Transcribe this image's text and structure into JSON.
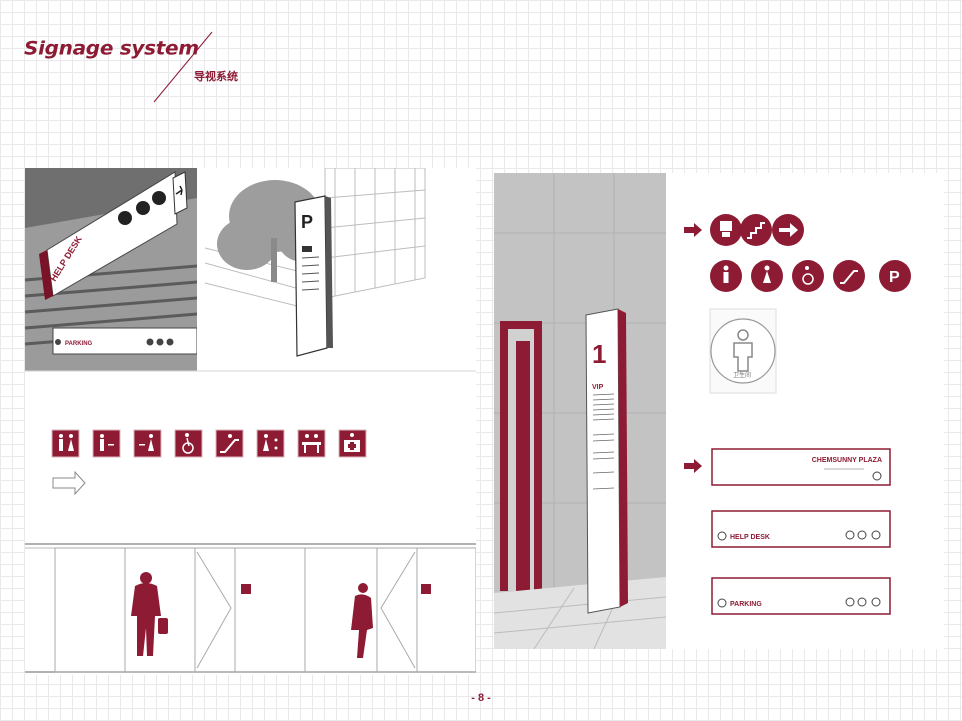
{
  "header": {
    "title": "Signage system",
    "subtitle": "导视系统"
  },
  "colors": {
    "brand": "#8e1b34",
    "grid": "#e9e9ec",
    "wall": "#c9c9c9"
  },
  "left_panel": {
    "hanging_sign_text": "HELP DESK",
    "ceiling_sign_text": "PARKING",
    "pylon_letter": "P",
    "icon_row": [
      "restroom-icon",
      "male-icon",
      "female-icon",
      "accessible-icon",
      "escalator-icon",
      "baby-care-icon",
      "service-desk-icon",
      "first-aid-icon"
    ]
  },
  "right_panel": {
    "pylon_number": "1",
    "pylon_label": "VIP",
    "icon_row_top": [
      "toilet-icon",
      "stairs-icon",
      "arrow-right-icon"
    ],
    "icon_row_bottom": [
      "male-icon",
      "female-icon",
      "accessible-icon",
      "escalator-icon",
      "parking-icon"
    ],
    "wall_sign_sub": "卫生间",
    "signs": [
      {
        "title": "CHEMSUNNY PLAZA"
      },
      {
        "title": "HELP DESK"
      },
      {
        "title": "PARKING"
      }
    ]
  },
  "footer": {
    "page_number": "- 8 -"
  }
}
